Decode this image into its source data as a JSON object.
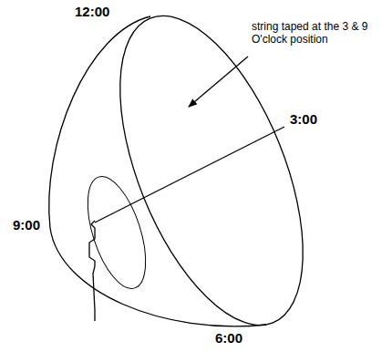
{
  "diagram": {
    "labels": [
      "12:00",
      "string taped at the 3 & 9 O'clock position",
      "3:00",
      "9:00",
      "6:00"
    ]
  }
}
